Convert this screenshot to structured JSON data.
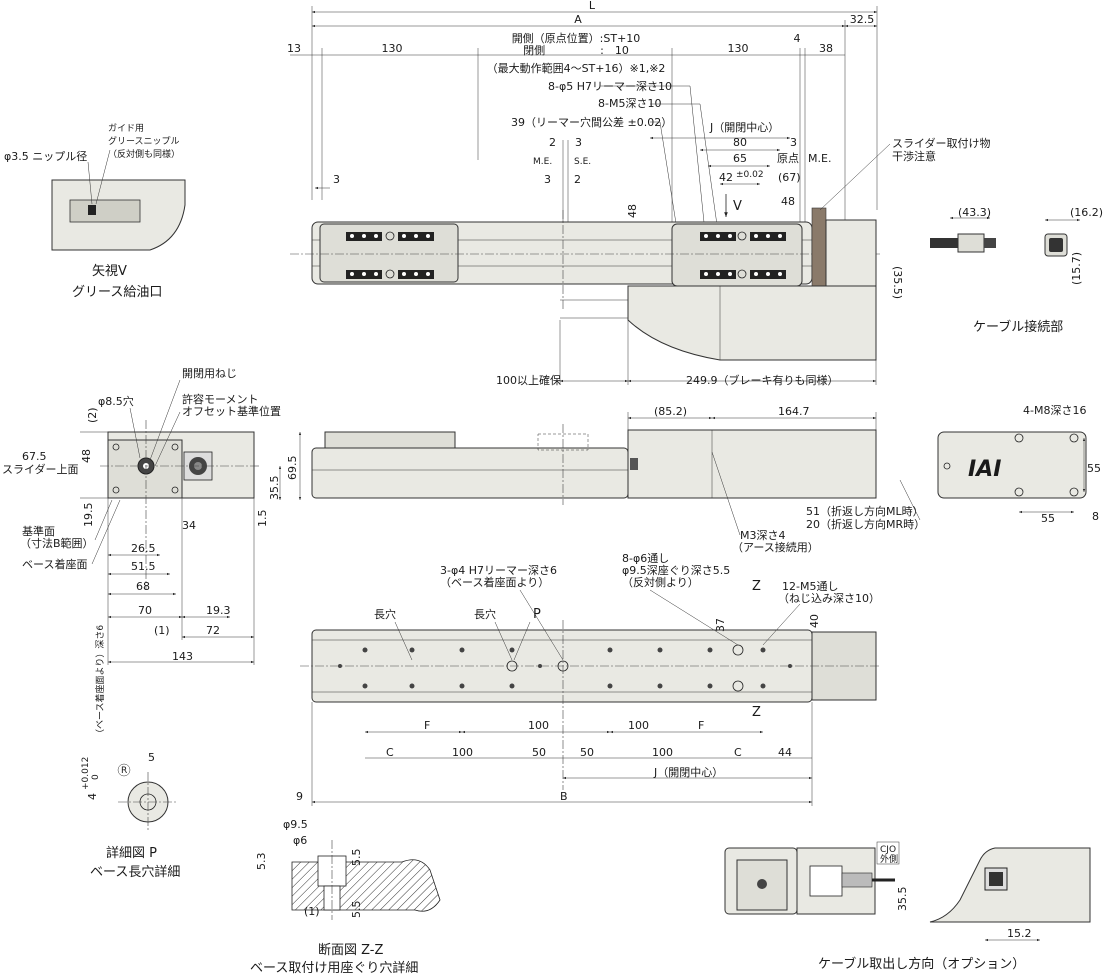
{
  "dims": {
    "L": "L",
    "A": "A",
    "d32_5": "32.5",
    "d13": "13",
    "d130a": "130",
    "d130b": "130",
    "d4": "4",
    "d38": "38",
    "open_side": "開側（原点位置）:ST+10",
    "close_side": "閉側　　　　　:　10",
    "max_range": "（最大動作範囲4～ST+16）※1,※2",
    "reamer5": "8-φ5 H7リーマー深さ10",
    "m5": "8-M5深さ10",
    "reamer_tol": "39（リーマー穴間公差 ±0.02）",
    "j_center": "J（開閉中心）",
    "d2": "2",
    "d3a": "3",
    "me": "M.E.",
    "se": "S.E.",
    "d3b": "3",
    "d2b": "2",
    "d80": "80",
    "d3c": "3",
    "d65": "65",
    "origin": "原点",
    "me2": "M.E.",
    "d42": "42",
    "d42tol": "±0.02",
    "d67": "(67)",
    "d48": "48",
    "d48v": "48",
    "v": "V",
    "d3d": "3",
    "d35_5": "(35.5)",
    "d100min": "100以上確保",
    "d249_9": "249.9（ブレーキ有りも同様）",
    "slider_note1": "スライダー取付け物",
    "slider_note2": "干渉注意",
    "d43_3": "(43.3)",
    "d16_2": "(16.2)",
    "d15_7": "(15.7)",
    "cable_conn": "ケーブル接続部",
    "view_v1": "矢視V",
    "view_v2": "グリース給油口",
    "nipple": "φ3.5 ニップル径",
    "guide1": "ガイド用",
    "guide2": "グリースニップル",
    "guide3": "（反対側も同様）"
  },
  "front": {
    "d2": "(2)",
    "d48": "48",
    "d67_5": "67.5",
    "slider_top": "スライダー上面",
    "d69_5": "69.5",
    "d35_5": "35.5",
    "d1_5": "1.5",
    "d19_5": "19.5",
    "d34": "34",
    "d26_5": "26.5",
    "d51_5": "51.5",
    "d68": "68",
    "d70": "70",
    "d19_3": "19.3",
    "d1": "(1)",
    "d72": "72",
    "d143": "143",
    "phi8_5": "φ8.5穴",
    "screw": "開閉用ねじ",
    "moment1": "許容モーメント",
    "moment2": "オフセット基準位置",
    "ref1": "基準面",
    "ref2": "（寸法B範囲）",
    "base": "ベース着座面"
  },
  "side": {
    "d85_2": "(85.2)",
    "d164_7": "164.7",
    "m8": "4-M8深さ16",
    "d55v": "55",
    "d55h": "55",
    "d8": "8",
    "m3a": "M3深さ4",
    "m3b": "（アース接続用）",
    "d51": "51（折返し方向ML時）",
    "d20": "20（折返し方向MR時）"
  },
  "bottom": {
    "reamer4a": "3-φ4 H7リーマー深さ6",
    "reamer4b": "（ベース着座面より）",
    "thru1": "8-φ6通し",
    "thru2": "φ9.5深座ぐり深さ5.5",
    "thru3": "（反対側より）",
    "z": "Z",
    "z2": "Z",
    "m5a": "12-M5通し",
    "m5b": "（ねじ込み深さ10）",
    "slot1": "長穴",
    "slot2": "長穴",
    "p": "P",
    "d37": "37",
    "d40": "40",
    "f1": "F",
    "d100a": "100",
    "d100b": "100",
    "f2": "F",
    "c1": "C",
    "d100c": "100",
    "d50a": "50",
    "d50b": "50",
    "d100d": "100",
    "c2": "C",
    "d44": "44",
    "j": "J（開閉中心）",
    "d9": "9",
    "b": "B"
  },
  "detail": {
    "p_title1": "詳細図 P",
    "p_title2": "ベース長穴詳細",
    "d5": "5",
    "d4": "4",
    "tol": "+0.012",
    "tol0": "0",
    "depth": "（ベース着座面より）深さ6",
    "r": "R",
    "z_title1": "断面図 Z-Z",
    "z_title2": "ベース取付け用座ぐり穴詳細",
    "phi9_5": "φ9.5",
    "phi6": "φ6",
    "d5_3": "5.3",
    "d5_5a": "5.5",
    "d5_5b": "5.5",
    "d1": "(1)",
    "opt_title": "ケーブル取出し方向（オプション）",
    "cjo1": "CJO",
    "cjo2": "外側",
    "d35_5": "35.5",
    "d15_2": "15.2"
  },
  "logo": "IAI"
}
